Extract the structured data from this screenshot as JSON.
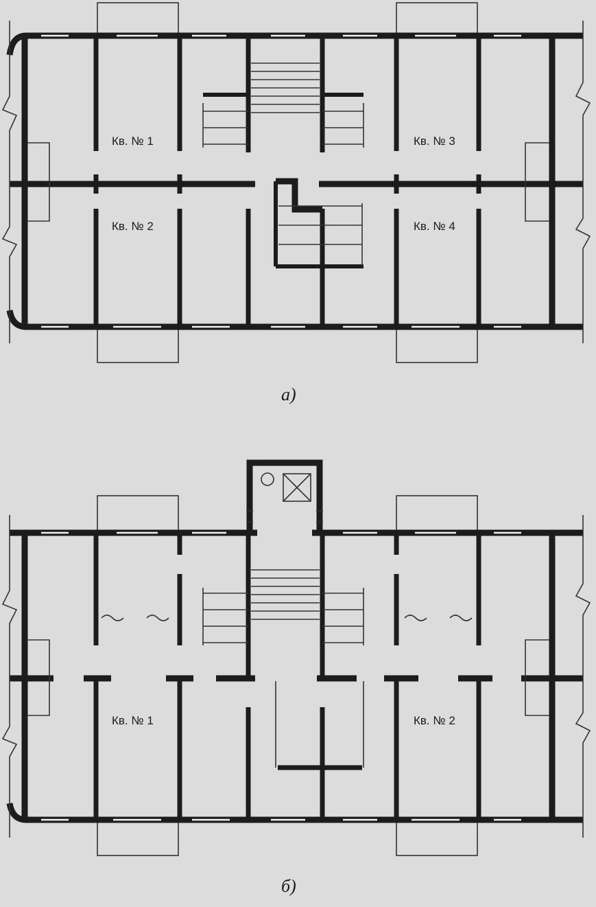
{
  "plan_a": {
    "caption": "а)",
    "apartments": [
      "Кв. № 1",
      "Кв. № 2",
      "Кв. № 3",
      "Кв. № 4"
    ]
  },
  "plan_b": {
    "caption": "б)",
    "apartments": [
      "Кв. № 1",
      "Кв. № 2"
    ]
  },
  "colors": {
    "wall": "#1c1c1c",
    "line": "#333333",
    "paper": "#dcdcdc",
    "window": "#f2f2f2"
  }
}
